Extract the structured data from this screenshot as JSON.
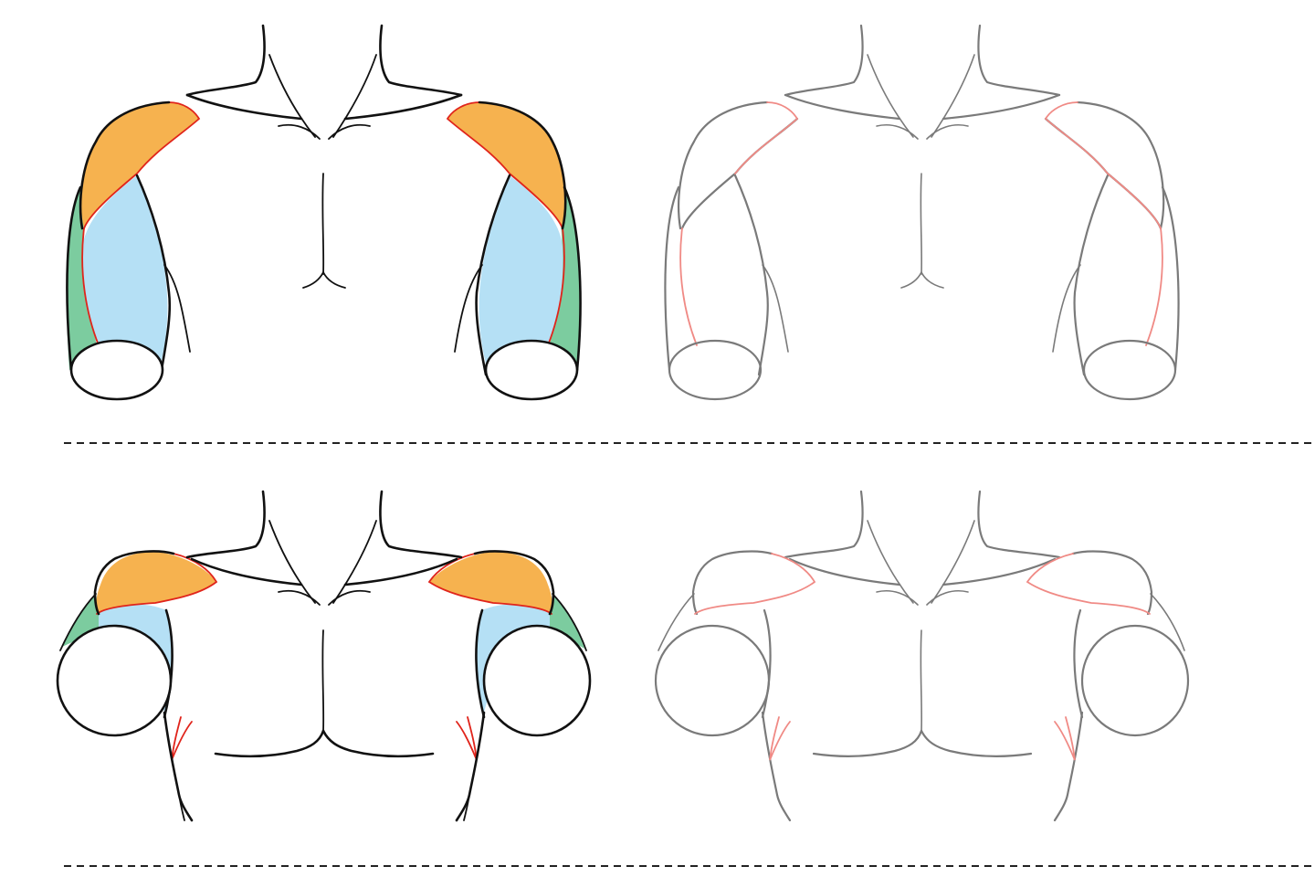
{
  "figure": {
    "panels": [
      {
        "id": "arms-down-colored",
        "style": "colored"
      },
      {
        "id": "arms-down-lineart",
        "style": "lineart"
      },
      {
        "id": "arms-raised-colored",
        "style": "colored"
      },
      {
        "id": "arms-raised-lineart",
        "style": "lineart"
      }
    ]
  },
  "colors": {
    "deltoid": "#f6b24f",
    "biceps": "#b5e0f5",
    "triceps": "#7ccc9f",
    "outline_dark": "#111111",
    "outline_grey": "#7a7a7a",
    "muscle_edge_red": "#e0241b",
    "muscle_edge_pink": "#f08a85",
    "divider": "#222222",
    "background": "#ffffff"
  }
}
